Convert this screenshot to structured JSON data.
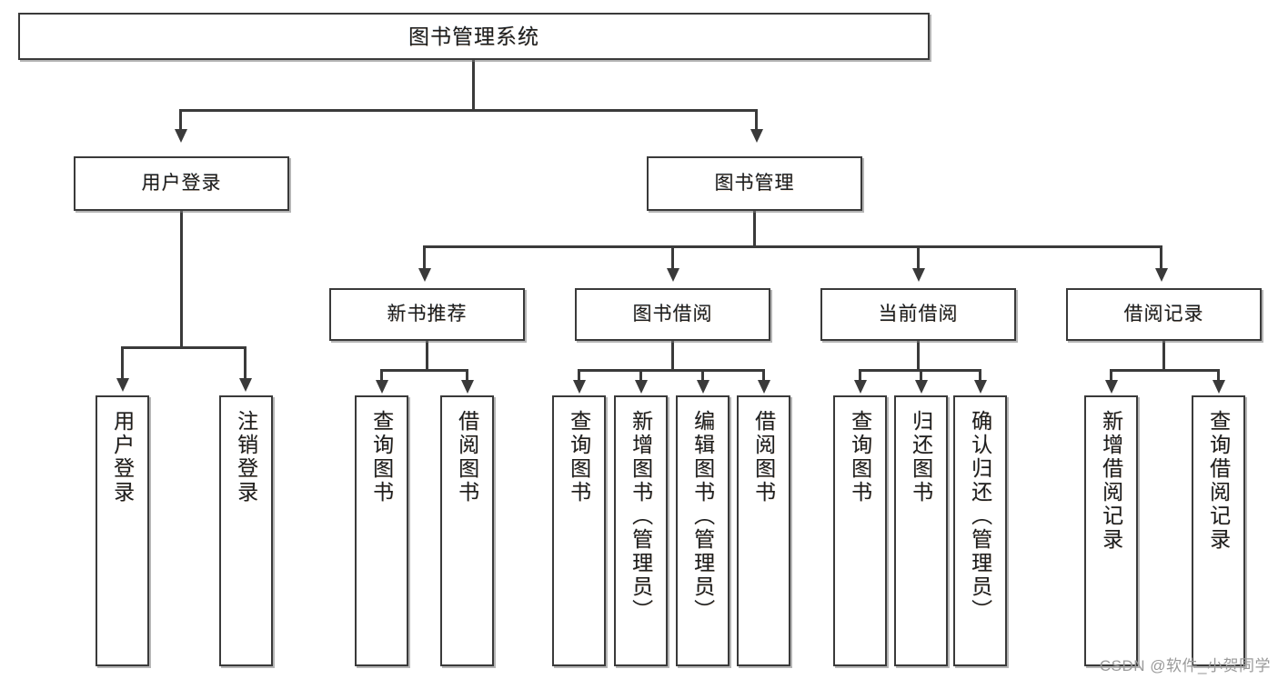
{
  "diagram": {
    "type": "tree-hierarchy",
    "title": "图书管理系统",
    "watermark": "CSDN @软件_小贺同学",
    "colors": {
      "stroke": "#3a3a3a",
      "fill": "#ffffff",
      "text": "#1d1d1d",
      "watermark": "#9a9a9a",
      "background": "#ffffff"
    },
    "nodes": {
      "root": {
        "label": "图书管理系统"
      },
      "level2": [
        {
          "label": "用户登录"
        },
        {
          "label": "图书管理"
        }
      ],
      "level3": [
        {
          "label": "新书推荐"
        },
        {
          "label": "图书借阅"
        },
        {
          "label": "当前借阅"
        },
        {
          "label": "借阅记录"
        }
      ],
      "leaves": {
        "user_login": [
          {
            "label": "用户登录"
          },
          {
            "label": "注销登录"
          }
        ],
        "new_book_recommend": [
          {
            "label": "查询图书"
          },
          {
            "label": "借阅图书"
          }
        ],
        "book_borrow": [
          {
            "label": "查询图书"
          },
          {
            "label": "新增图书（管理员）"
          },
          {
            "label": "编辑图书（管理员）"
          },
          {
            "label": "借阅图书"
          }
        ],
        "current_borrow": [
          {
            "label": "查询图书"
          },
          {
            "label": "归还图书"
          },
          {
            "label": "确认归还（管理员）"
          }
        ],
        "borrow_records": [
          {
            "label": "新增借阅记录"
          },
          {
            "label": "查询借阅记录"
          }
        ]
      }
    }
  }
}
